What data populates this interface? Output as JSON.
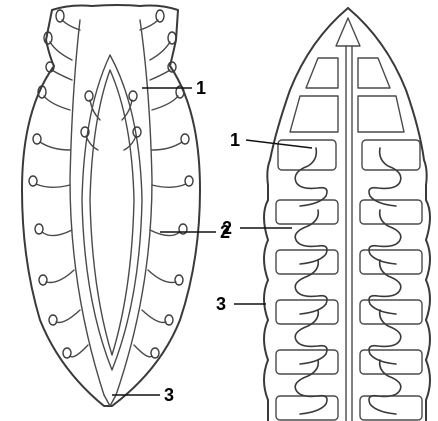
{
  "left_figure": {
    "labels": [
      "1",
      "2",
      "3"
    ]
  },
  "right_figure": {
    "labels": [
      "1",
      "2",
      "3"
    ]
  }
}
